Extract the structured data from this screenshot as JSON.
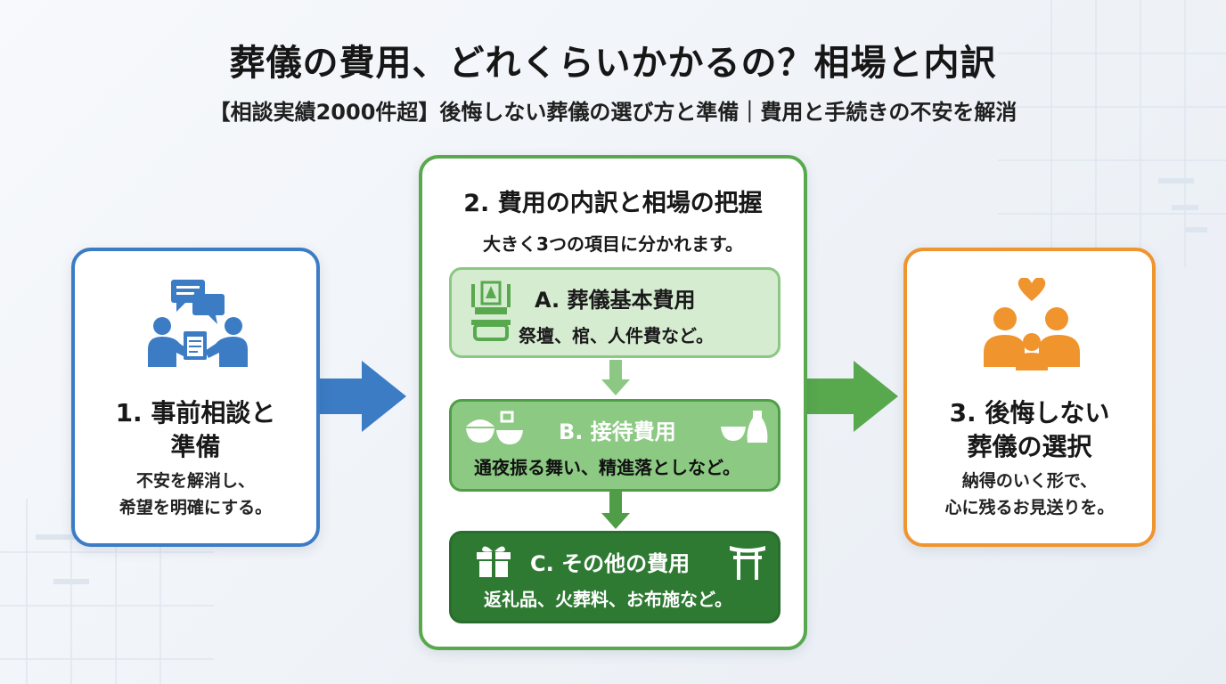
{
  "header": {
    "title": "葬儀の費用、どれくらいかかるの？相場と内訳",
    "subtitle": "【相談実績2000件超】後悔しない葬儀の選び方と準備｜費用と手続きの不安を解消"
  },
  "steps": [
    {
      "title_line1": "1. 事前相談と",
      "title_line2": "準備",
      "desc_line1": "不安を解消し、",
      "desc_line2": "希望を明確にする。",
      "icon": "consultation-icon",
      "color": "#3b7cc4"
    },
    {
      "title": "2. 費用の内訳と相場の把握",
      "intro": "大きく3つの項目に分かれます。",
      "color": "#58a84e",
      "items": [
        {
          "title": "A. 葬儀基本費用",
          "desc": "祭壇、棺、人件費など。",
          "icon": "altar-icon"
        },
        {
          "title": "B. 接待費用",
          "desc": "通夜振る舞い、精進落としなど。",
          "icon": "meal-icon"
        },
        {
          "title": "C. その他の費用",
          "desc": "返礼品、火葬料、お布施など。",
          "icon": "gift-icon"
        }
      ]
    },
    {
      "title_line1": "3. 後悔しない",
      "title_line2": "葬儀の選択",
      "desc_line1": "納得のいく形で、",
      "desc_line2": "心に残るお見送りを。",
      "icon": "family-heart-icon",
      "color": "#f0942e"
    }
  ]
}
